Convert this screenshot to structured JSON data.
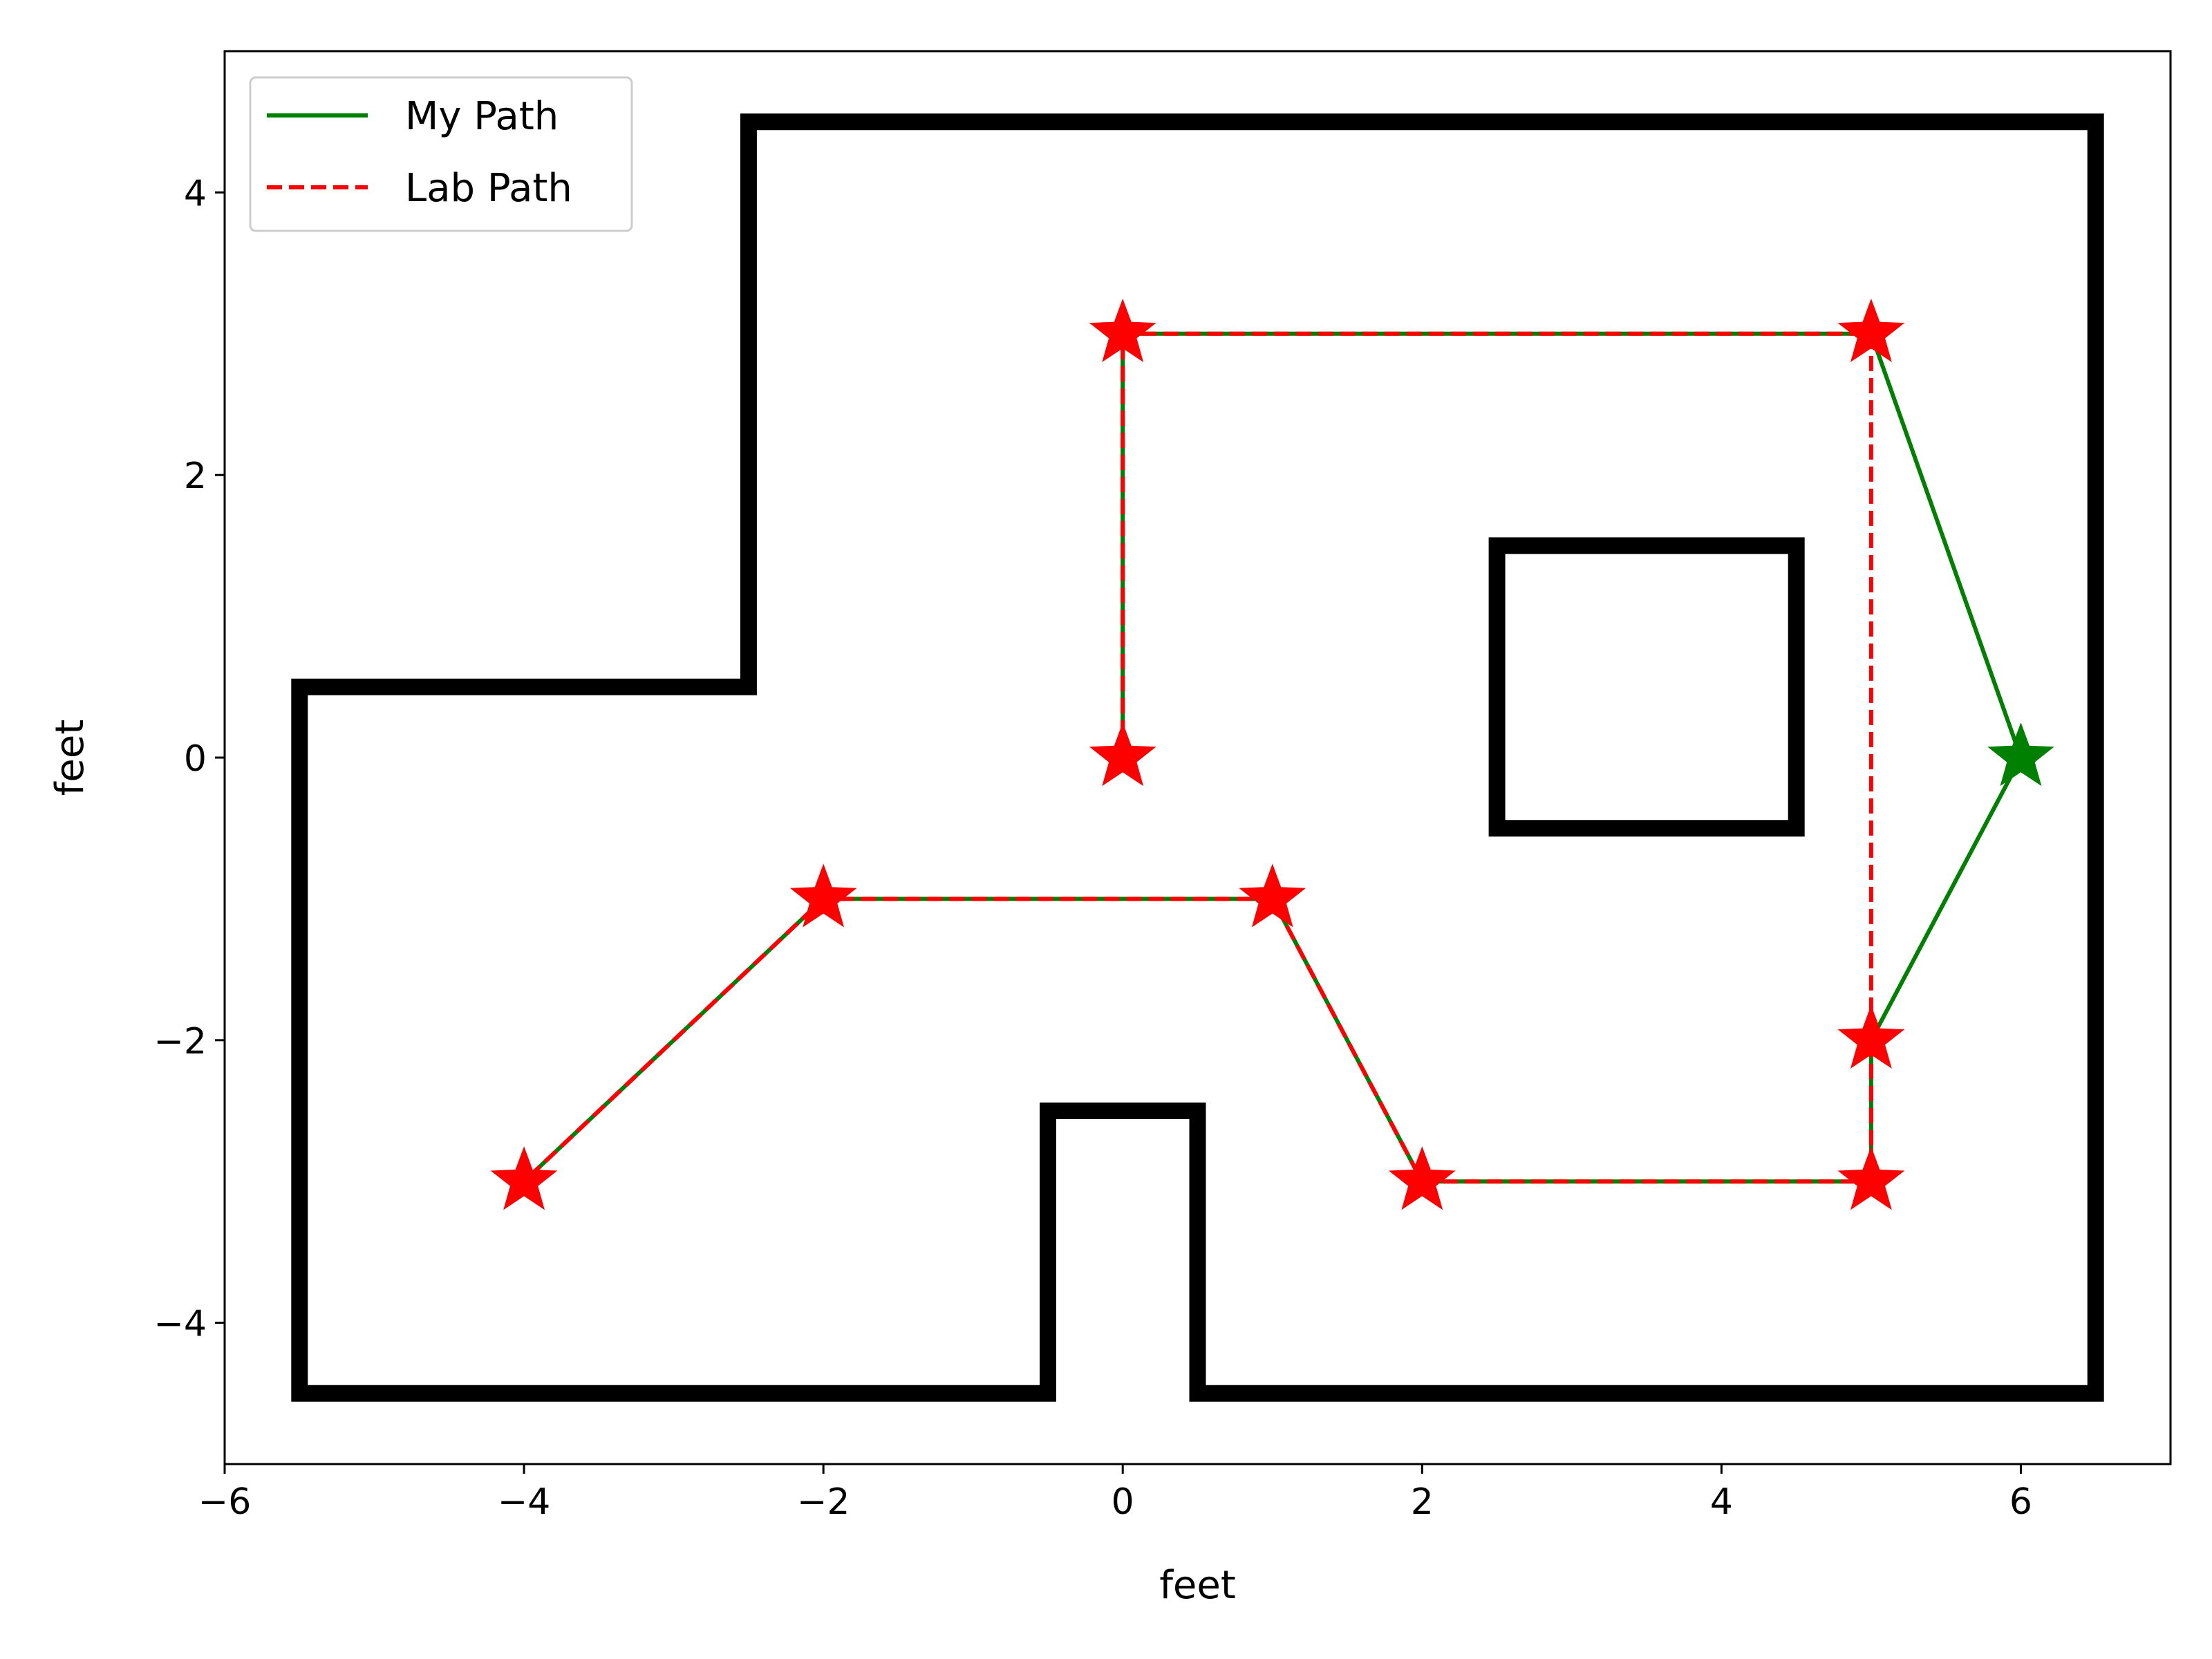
{
  "chart_data": {
    "type": "line",
    "title": "",
    "xlabel": "feet",
    "ylabel": "feet",
    "xlim": [
      -6,
      7
    ],
    "ylim": [
      -5,
      5
    ],
    "xticks": [
      -6,
      -4,
      -2,
      0,
      2,
      4,
      6
    ],
    "yticks": [
      -4,
      -2,
      0,
      2,
      4
    ],
    "xtick_labels": [
      "−6",
      "−4",
      "−2",
      "0",
      "2",
      "4",
      "6"
    ],
    "ytick_labels": [
      "−4",
      "−2",
      "0",
      "2",
      "4"
    ],
    "grid": false,
    "legend_position": "upper-left",
    "walls": [
      [
        [
          -5.5,
          -4.5
        ],
        [
          -5.5,
          0.5
        ],
        [
          -2.5,
          0.5
        ],
        [
          -2.5,
          4.5
        ],
        [
          6.5,
          4.5
        ],
        [
          6.5,
          -4.5
        ],
        [
          0.5,
          -4.5
        ],
        [
          0.5,
          -2.5
        ],
        [
          -0.5,
          -2.5
        ],
        [
          -0.5,
          -4.5
        ],
        [
          -5.5,
          -4.5
        ]
      ],
      [
        [
          2.5,
          -0.5
        ],
        [
          2.5,
          1.5
        ],
        [
          4.5,
          1.5
        ],
        [
          4.5,
          -0.5
        ],
        [
          2.5,
          -0.5
        ]
      ]
    ],
    "wall_color": "#000000",
    "series": [
      {
        "name": "My Path",
        "color": "#008000",
        "style": "solid",
        "points": [
          [
            0,
            0
          ],
          [
            0,
            3
          ],
          [
            5,
            3
          ],
          [
            6,
            0
          ],
          [
            5,
            -2
          ],
          [
            5,
            -3
          ],
          [
            2,
            -3
          ],
          [
            1,
            -1
          ],
          [
            -2,
            -1
          ],
          [
            -4,
            -3
          ]
        ]
      },
      {
        "name": "Lab Path",
        "color": "#ff0000",
        "style": "dashed",
        "points": [
          [
            0,
            0
          ],
          [
            0,
            3
          ],
          [
            5,
            3
          ],
          [
            5,
            -2
          ],
          [
            5,
            -3
          ],
          [
            2,
            -3
          ],
          [
            1,
            -1
          ],
          [
            -2,
            -1
          ],
          [
            -4,
            -3
          ]
        ]
      }
    ],
    "markers": [
      {
        "x": 0,
        "y": 0,
        "color": "#ff0000"
      },
      {
        "x": 0,
        "y": 3,
        "color": "#ff0000"
      },
      {
        "x": 5,
        "y": 3,
        "color": "#ff0000"
      },
      {
        "x": 6,
        "y": 0,
        "color": "#008000"
      },
      {
        "x": 5,
        "y": -2,
        "color": "#ff0000"
      },
      {
        "x": 5,
        "y": -3,
        "color": "#ff0000"
      },
      {
        "x": 2,
        "y": -3,
        "color": "#ff0000"
      },
      {
        "x": 1,
        "y": -1,
        "color": "#ff0000"
      },
      {
        "x": -2,
        "y": -1,
        "color": "#ff0000"
      },
      {
        "x": -4,
        "y": -3,
        "color": "#ff0000"
      }
    ]
  }
}
